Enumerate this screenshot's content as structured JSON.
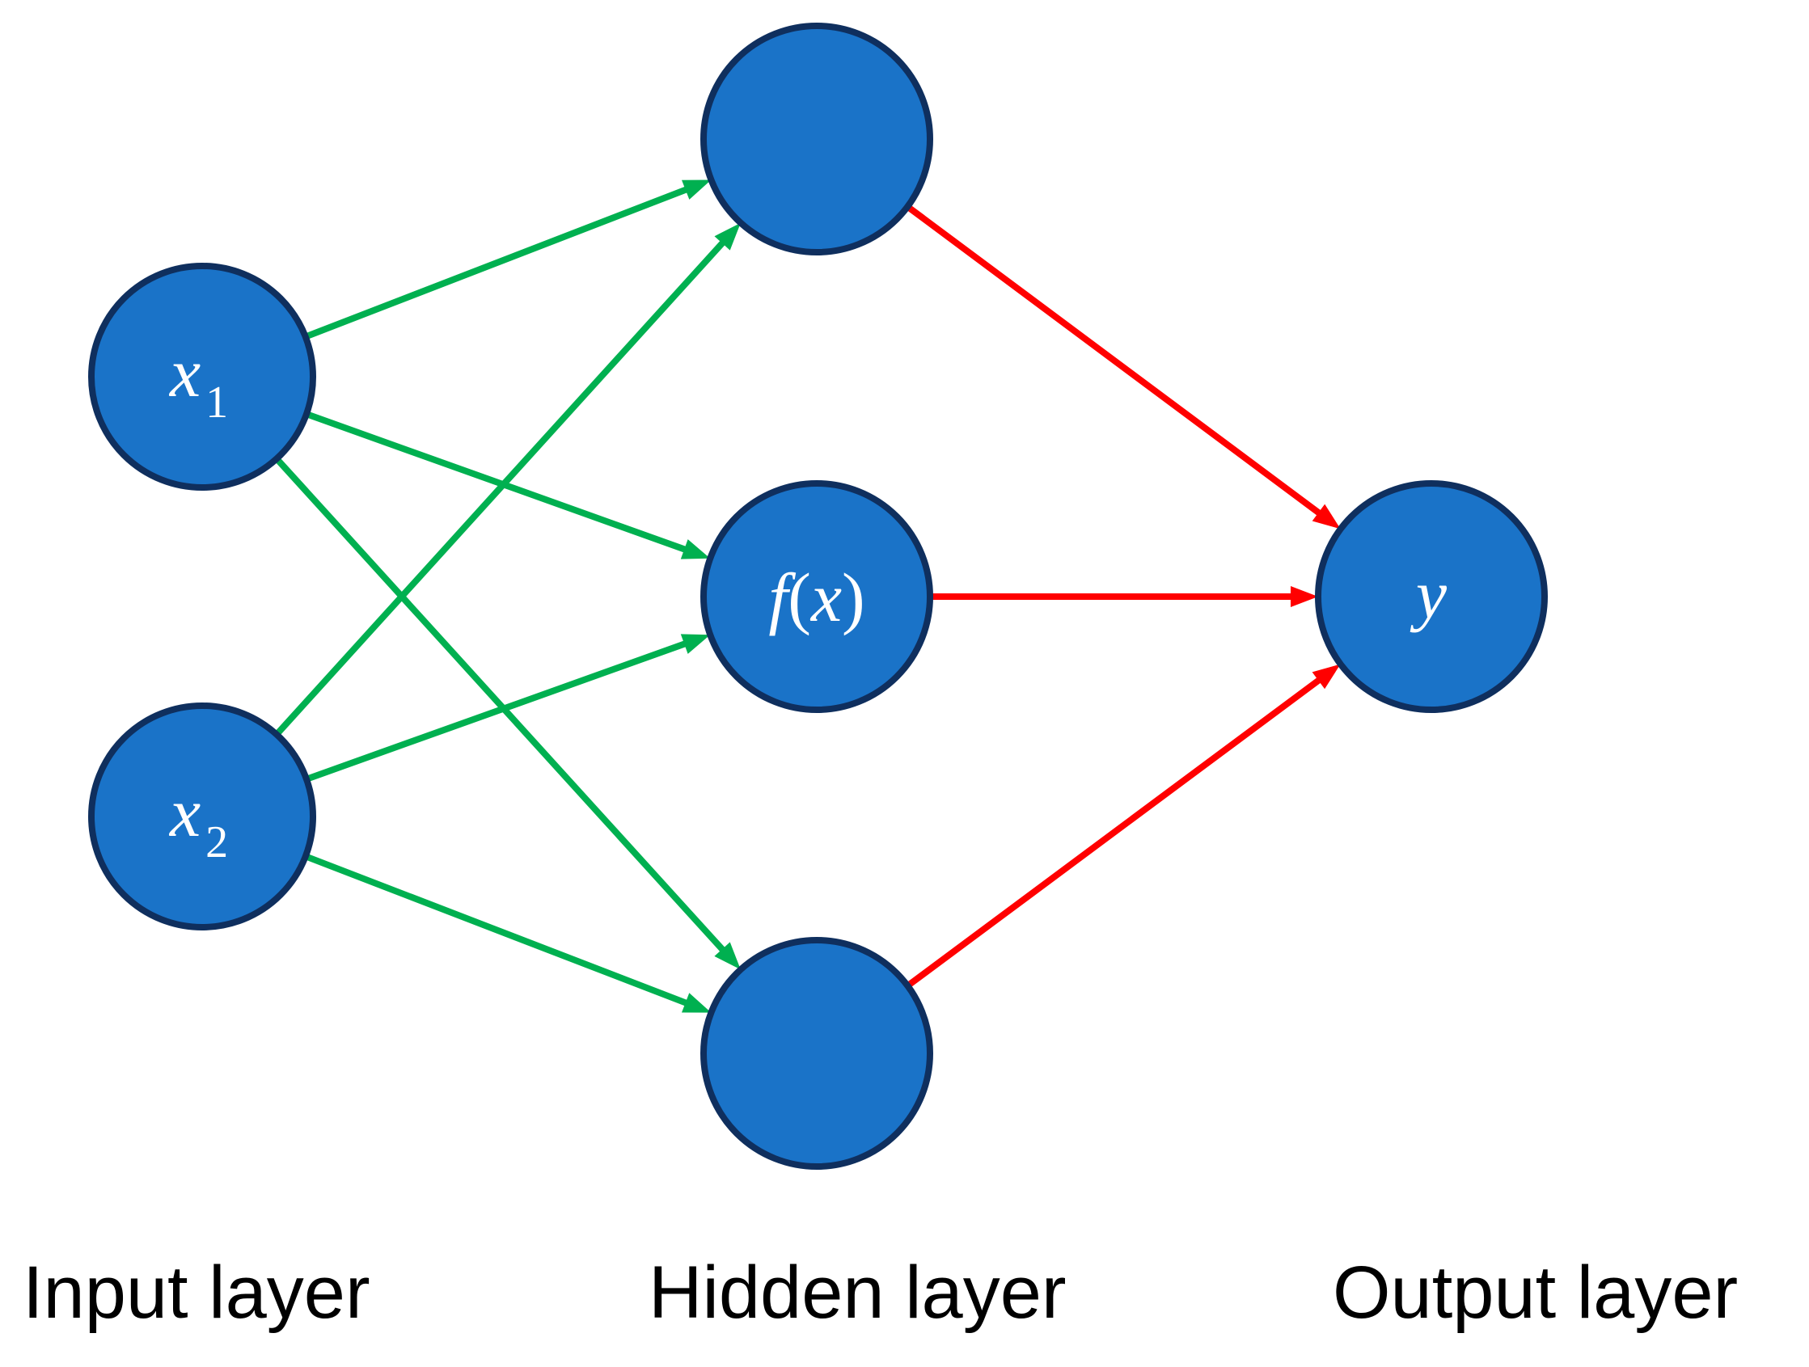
{
  "layers": [
    {
      "id": "input",
      "label": "Input layer"
    },
    {
      "id": "hidden",
      "label": "Hidden layer"
    },
    {
      "id": "output",
      "label": "Output layer"
    }
  ],
  "nodes": {
    "input_1": {
      "base": "x",
      "sub": "1"
    },
    "input_2": {
      "base": "x",
      "sub": "2"
    },
    "hidden_1": {
      "text": ""
    },
    "hidden_2": {
      "fn": "f",
      "open": "(",
      "arg": "x",
      "close": ")"
    },
    "hidden_3": {
      "text": ""
    },
    "output_1": {
      "text": "y"
    }
  },
  "edges": [
    {
      "from": "input_1",
      "to": "hidden_1",
      "color": "green"
    },
    {
      "from": "input_1",
      "to": "hidden_2",
      "color": "green"
    },
    {
      "from": "input_1",
      "to": "hidden_3",
      "color": "green"
    },
    {
      "from": "input_2",
      "to": "hidden_1",
      "color": "green"
    },
    {
      "from": "input_2",
      "to": "hidden_2",
      "color": "green"
    },
    {
      "from": "input_2",
      "to": "hidden_3",
      "color": "green"
    },
    {
      "from": "hidden_1",
      "to": "output_1",
      "color": "red"
    },
    {
      "from": "hidden_2",
      "to": "output_1",
      "color": "red"
    },
    {
      "from": "hidden_3",
      "to": "output_1",
      "color": "red"
    }
  ],
  "colors": {
    "node_fill": "#1a73c8",
    "node_stroke": "#0f2f5e",
    "input_to_hidden": "#00b050",
    "hidden_to_output": "#ff0000",
    "node_text": "#ffffff",
    "layer_text": "#000000"
  }
}
